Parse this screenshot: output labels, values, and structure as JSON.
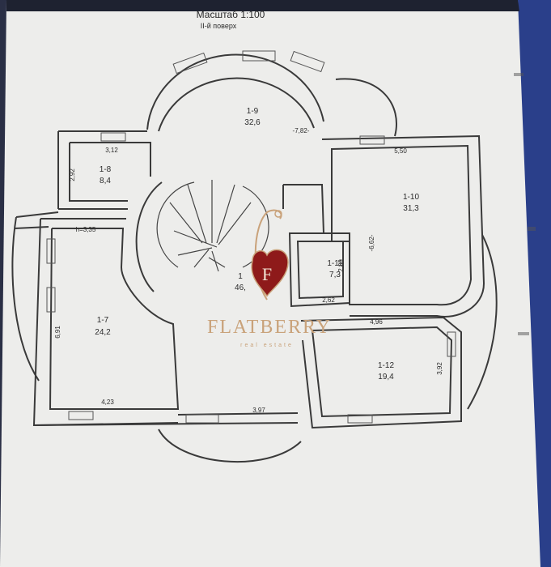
{
  "header": {
    "scale": "Масштаб 1:100",
    "floor": "II-й поверх"
  },
  "rooms": [
    {
      "number": "1-9",
      "area": "32,6"
    },
    {
      "number": "1-8",
      "area": "8,4"
    },
    {
      "number": "1-10",
      "area": "31,3"
    },
    {
      "number": "1-11",
      "area": "7,3"
    },
    {
      "number": "1-7",
      "area": "24,2"
    },
    {
      "number": "1-12",
      "area": "19,4"
    },
    {
      "number": "1",
      "area": "46,"
    }
  ],
  "dimensions": {
    "d312": "3,12",
    "d292": "2,92",
    "d550": "5,50",
    "d782": "-7,82-",
    "d662": "-6,62-",
    "d280": "2,80",
    "d262": "2,62",
    "d496": "4,96",
    "d392": "3,92",
    "d691": "6,91",
    "d423": "4,23",
    "d397": "3,97",
    "h335": "h=3,35"
  },
  "watermark": {
    "brand": "FLATBERRY",
    "tagline": "real estate",
    "monogram": "F",
    "brand_color": "#8e1a1a",
    "gold_color": "#c9a27a"
  }
}
